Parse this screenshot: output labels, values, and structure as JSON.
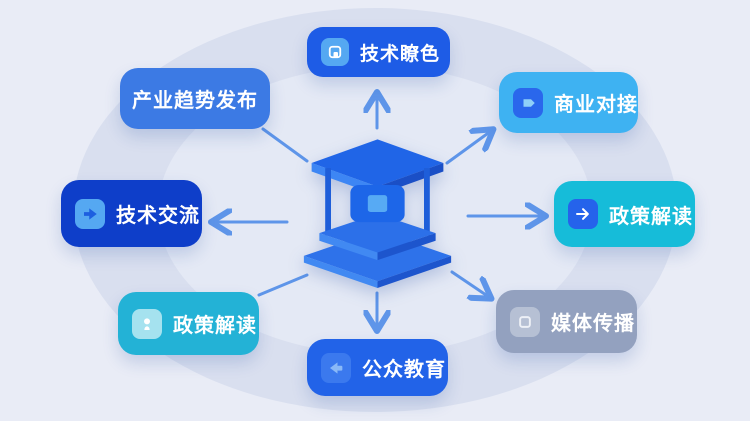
{
  "title": "exhibition hub functions diagram",
  "background": {
    "outer": "#e9ecf6",
    "ring": "#d9dfef",
    "inner": "#e4e9f5"
  },
  "accent_arrow_color": "#5e95e9",
  "center": {
    "icon": "exhibition-booth-icon",
    "colors": [
      "#2065e7",
      "#3d86f4",
      "#1a4fc6",
      "#1d66e8",
      "#57aaf4"
    ]
  },
  "nodes": {
    "top": {
      "label": "技术瞭色",
      "icon": "display-icon",
      "box_color": "#1e5ce6",
      "icon_bg": "#55a8f2"
    },
    "top_left": {
      "label": "产业趋势发布",
      "box_color": "#3c7ae4"
    },
    "top_right": {
      "label": "商业对接",
      "icon": "flag-icon",
      "box_color": "#3eb2f2",
      "icon_bg": "#2a67ec"
    },
    "left": {
      "label": "技术交流",
      "icon": "arrow-right-icon",
      "box_color": "#0e3ec9",
      "icon_bg": "#55a8f2"
    },
    "right": {
      "label": "政策解读",
      "icon": "arrow-right-icon",
      "box_color": "#16bcd9",
      "icon_bg": "#2563eb"
    },
    "bottom_left": {
      "label": "政策解读",
      "icon": "person-icon",
      "box_color": "#23b2d6",
      "icon_bg": "#a5e2ef"
    },
    "bottom": {
      "label": "公众教育",
      "icon": "megaphone-icon",
      "box_color": "#2263e8",
      "icon_bg": "#3b79ee"
    },
    "bottom_right": {
      "label": "媒体传播",
      "icon": "square-icon",
      "box_color": "#93a1bf",
      "icon_bg": "#b6c0d4"
    }
  },
  "connectors": [
    {
      "from": "center",
      "to": "top",
      "arrowhead": true
    },
    {
      "from": "center",
      "to": "top_left",
      "arrowhead": false
    },
    {
      "from": "center",
      "to": "top_right",
      "arrowhead": true
    },
    {
      "from": "center",
      "to": "left",
      "arrowhead": true
    },
    {
      "from": "center",
      "to": "right",
      "arrowhead": true
    },
    {
      "from": "center",
      "to": "bottom_left",
      "arrowhead": false
    },
    {
      "from": "center",
      "to": "bottom",
      "arrowhead": true
    },
    {
      "from": "center",
      "to": "bottom_right",
      "arrowhead": true
    }
  ]
}
